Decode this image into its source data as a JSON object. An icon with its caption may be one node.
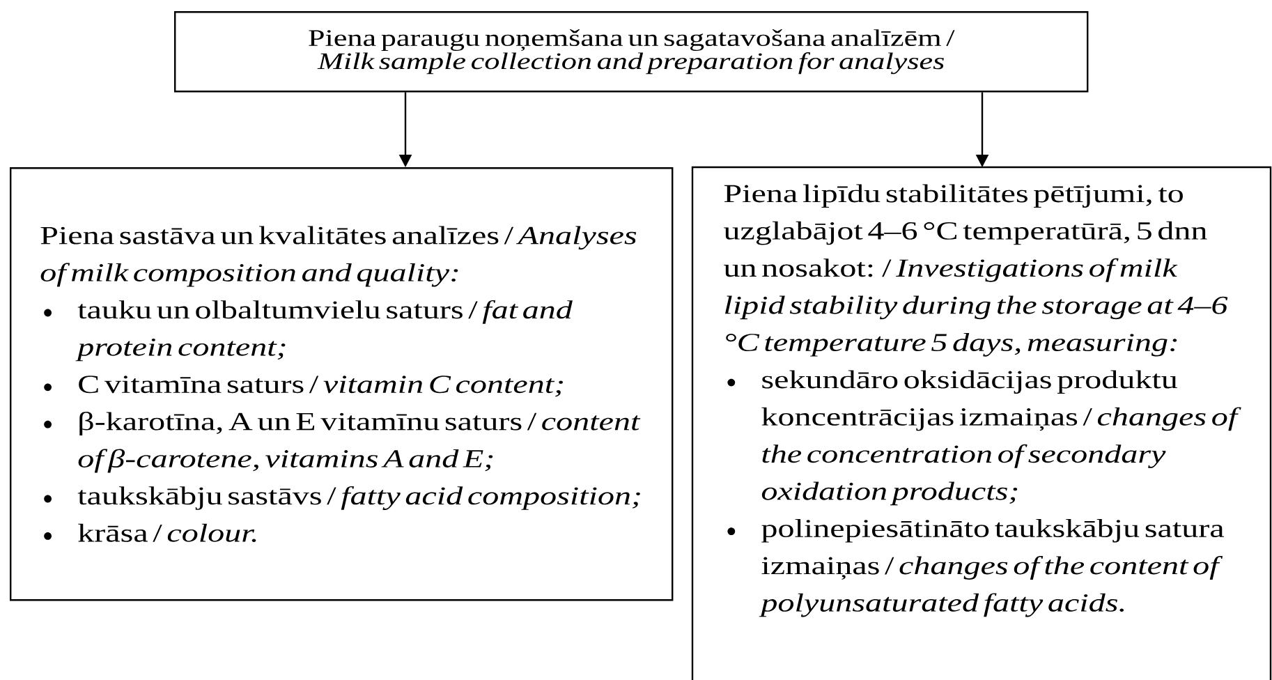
{
  "diagram": {
    "nodes": [
      {
        "text": [
          "Piena paraugu noņemšana un sagatavošana analīzēm /",
          "Milk sample collection and preparation for analyses"
        ]
      },
      {
        "text": [
          "Piena sastāva un kvalitātes analīzes / *Analyses of milk composition and quality:*",
          "tauku un olbaltumvielu saturs / *fat and protein content;*",
          "C vitamīna saturs / *vitamin C content;*",
          "β-karotīna, A un E vitamīnu saturs / *content of β-carotene, vitamins A and E;*",
          "taukskābju sastāvs / *fatty acid composition;*",
          "krāsa / *colour.*"
        ]
      },
      {
        "text": [
          "Piena lipīdu stabilitātes pētījumi, to uzglabājot 4–6 °C temperatūrā, 5 dnn un nosakot: / *Investigations of milk lipid stability during the storage at 4–6 °C temperature 5 days, measuring:*",
          "sekundāro oksidācijas produktu koncentrācijas izmaiņas / *changes of the concentration of secondary oxidation products;*",
          "polinepiesātināto taukskābju satura izmaiņas / *changes of the content of polyunsaturated fatty acids.*"
        ]
      }
    ],
    "edges": [
      {
        "from": 0,
        "to": 1,
        "arrow": "to"
      },
      {
        "from": 0,
        "to": 2,
        "arrow": "to"
      }
    ]
  }
}
